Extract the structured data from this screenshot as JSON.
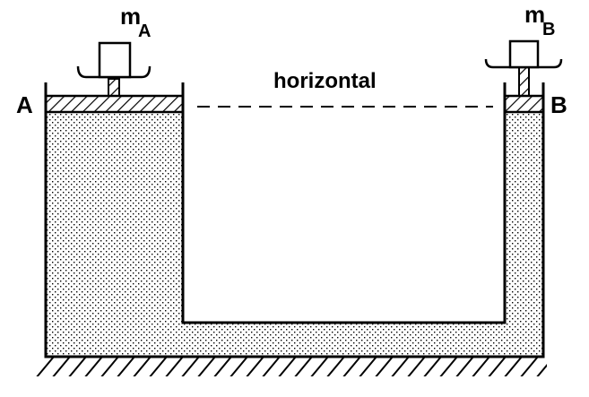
{
  "labels": {
    "piston_a": "A",
    "piston_b": "B",
    "mass_a_letter": "m",
    "mass_a_sub": "A",
    "mass_b_letter": "m",
    "mass_b_sub": "B",
    "level_line": "horizontal"
  },
  "colors": {
    "stroke": "#000000",
    "background": "#ffffff",
    "fluid_dot": "#000000"
  }
}
